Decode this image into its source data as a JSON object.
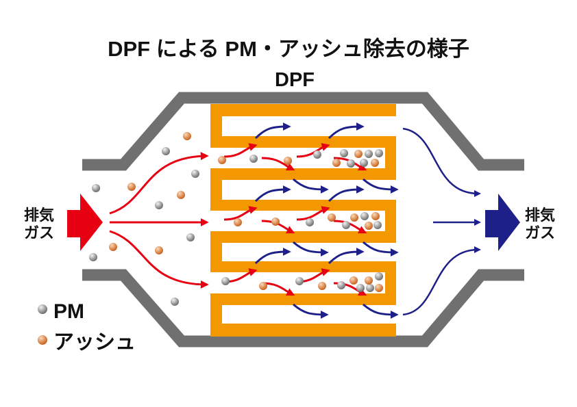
{
  "title": "DPF による PM・アッシュ除去の様子",
  "subtitle": "DPF",
  "inlet_label": {
    "line1": "排気",
    "line2": "ガス"
  },
  "outlet_label": {
    "line1": "排気",
    "line2": "ガス"
  },
  "legend": [
    {
      "label": "PM",
      "particle": "gray"
    },
    {
      "label": "アッシュ",
      "particle": "orange"
    }
  ],
  "colors": {
    "housing": "#707070",
    "filter": "#f39800",
    "inflow": "#e60012",
    "outflow": "#1d2088",
    "pm": "#8a8a8a",
    "ash": "#d9783a"
  }
}
